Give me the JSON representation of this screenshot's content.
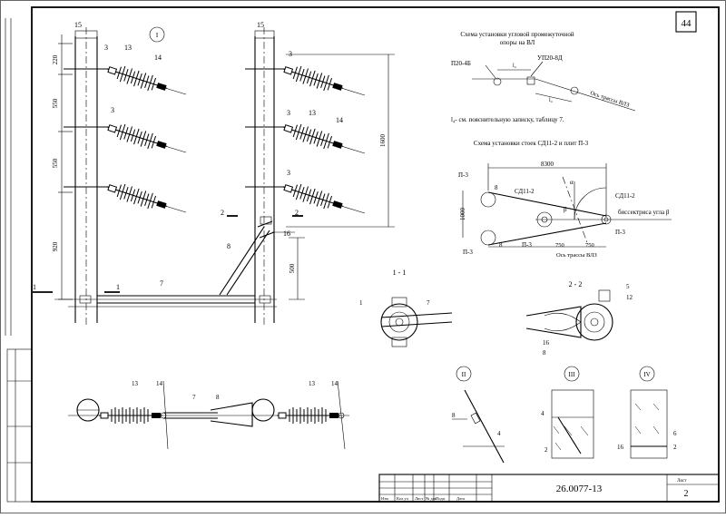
{
  "sheet": {
    "number": "44"
  },
  "title_block": {
    "code": "26.0077-13",
    "sheet_label": "Лист",
    "sheet_index": "2",
    "headers": [
      "Изм",
      "Кол.уч",
      "Лист",
      "№ док",
      "Подп.",
      "Дата",
      ""
    ]
  },
  "main_view": {
    "node_label": "I",
    "callouts": {
      "p15a": "15",
      "p15b": "15",
      "c3a": "3",
      "c13a": "13",
      "c14a": "14",
      "c3b": "3",
      "c3c": "3",
      "c3d": "3",
      "c13b": "13",
      "c14b": "14",
      "c3e": "3",
      "s2a": "2",
      "s2b": "2",
      "c16": "16",
      "c8": "8",
      "c7": "7",
      "s1a": "1",
      "s1b": "1"
    },
    "dims": {
      "d220": "220",
      "d550a": "550",
      "d550b": "550",
      "d920": "920",
      "d1600": "1600",
      "d500": "500"
    }
  },
  "scheme1": {
    "title1": "Схема установки угловой промежуточной",
    "title2": "опоры на ВЛ",
    "label_left": "П20-4Б",
    "label_right": "УП20-8Д",
    "dim_l1": "l₄",
    "dim_l2": "l₄",
    "axis_label": "Ось трассы ВЛЗ",
    "note": "l₄- см. пояснительную записку, таблицу 7."
  },
  "scheme2": {
    "title": "Схема установки стоек СД11-2 и плит П-3",
    "dim_8300": "8300",
    "p3_top": "П-3",
    "c8_top": "8",
    "sd_left": "СД11-2",
    "alpha": "α",
    "beta": "β",
    "sd_right": "СД11-2",
    "bisector": "биссектриса угла β",
    "p3_right": "П-3",
    "dim_1000": "1000",
    "c8_bottom": "8",
    "p3_mid": "П-3",
    "p3_bottom": "П-3",
    "dim_750a": "750",
    "dim_750b": "750",
    "axis_label": "Ось трассы ВЛЗ"
  },
  "sections": {
    "s11": "1 - 1",
    "s11_c1": "1",
    "s11_c7": "7",
    "s22": "2 - 2",
    "s22_c5": "5",
    "s22_c12": "12",
    "s22_c16": "16",
    "s22_c8": "8"
  },
  "plan": {
    "c13a": "13",
    "c14a": "14",
    "c7": "7",
    "c8": "8",
    "c13b": "13",
    "c14b": "14"
  },
  "nodes": {
    "II": "II",
    "II_c8": "8",
    "II_c4": "4",
    "III": "III",
    "III_c4": "4",
    "III_c2": "2",
    "IV": "IV",
    "IV_c6": "6",
    "IV_c2": "2",
    "IV_c16": "16"
  }
}
